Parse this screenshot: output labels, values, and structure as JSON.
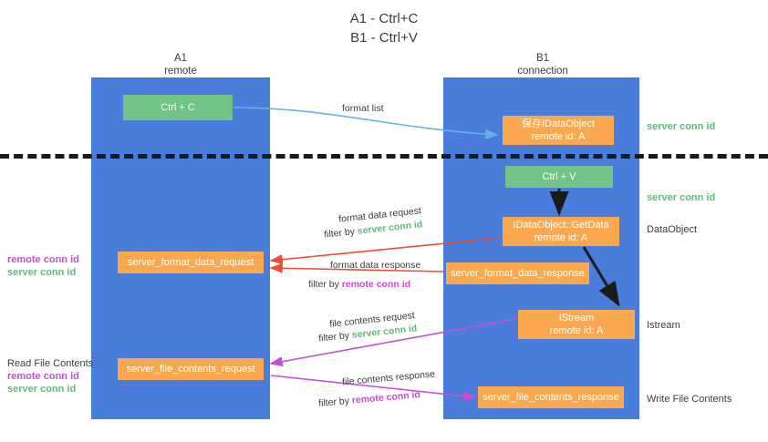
{
  "title": {
    "line1": "A1 - Ctrl+C",
    "line2": "B1 - Ctrl+V"
  },
  "columns": [
    {
      "name": "A1",
      "subtitle": "remote"
    },
    {
      "name": "B1",
      "subtitle": "connection"
    }
  ],
  "nodes": {
    "ctrl_c": {
      "label": "Ctrl + C"
    },
    "save_dataobject": {
      "label": "保存IDataObject",
      "sub": "remote id: A"
    },
    "ctrl_v": {
      "label": "Ctrl + V"
    },
    "getdata": {
      "label": "IDataObject::GetData",
      "sub": "remote id: A"
    },
    "istream": {
      "label": "IStream",
      "sub": "remote id: A"
    },
    "server_format_data_request": {
      "label": "server_format_data_request"
    },
    "server_format_data_response": {
      "label": "server_format_data_response"
    },
    "server_file_contents_request": {
      "label": "server_file_contents_request"
    },
    "server_file_contents_response": {
      "label": "server_file_contents_response"
    }
  },
  "edge_labels": {
    "format_list": "format list",
    "format_data_request": "format data request",
    "format_data_request_filter_prefix": "filter by ",
    "format_data_request_filter_value": "server conn id",
    "format_data_response": "format data response",
    "format_data_response_filter_prefix": "filter by ",
    "format_data_response_filter_value": "remote conn id",
    "file_contents_request": "file contents request",
    "file_contents_request_filter_prefix": "filter by ",
    "file_contents_request_filter_value": "server conn id",
    "file_contents_response": "file contents response",
    "file_contents_response_filter_prefix": "filter by ",
    "file_contents_response_filter_value": "remote conn id"
  },
  "side_labels": {
    "server_conn_id_top": "server conn id",
    "server_conn_id_mid": "server conn id",
    "dataobject": "DataObject",
    "istream": "Istream",
    "write_file_contents": "Write File Contents",
    "read_file_contents": "Read File Contents",
    "remote_conn_id": "remote conn id",
    "server_conn_id": "server conn id"
  },
  "colors": {
    "band": "#4a7ddb",
    "green_node": "#72c387",
    "orange_node": "#f9a84d",
    "server_conn_id": "#5fbb7a",
    "remote_conn_id": "#c44fd0",
    "divider": "#1a1a1a",
    "edge_blue": "#66b2e8",
    "edge_red": "#e8503a",
    "edge_magenta": "#c44fd0",
    "edge_dark": "#1a1a1a"
  }
}
